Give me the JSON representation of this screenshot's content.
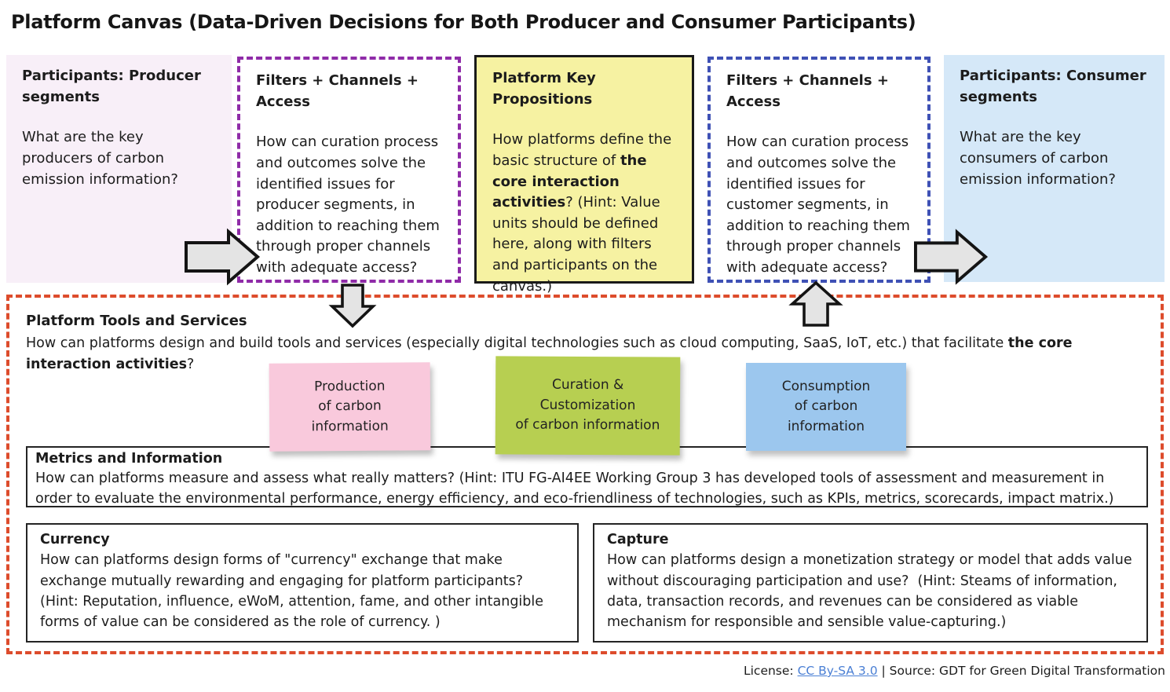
{
  "title": "Platform Canvas (Data-Driven Decisions for Both Producer and Consumer Participants)",
  "top_row": {
    "producer_segments": {
      "heading": "Participants: Producer segments",
      "body": "What are the key producers of carbon emission information?"
    },
    "filters_left": {
      "heading": "Filters + Channels + Access",
      "body": "How can curation process and outcomes solve the identified issues for producer segments, in addition to reaching them through proper channels with adequate access?"
    },
    "key_propositions": {
      "heading": "Platform Key Propositions",
      "body_runs": [
        {
          "t": "How platforms define the basic structure of "
        },
        {
          "t": "the core interaction activities",
          "b": true
        },
        {
          "t": "? (Hint: Value units should be defined here, along with filters and participants on the canvas.)"
        }
      ]
    },
    "filters_right": {
      "heading": "Filters + Channels + Access",
      "body": "How can curation process and outcomes solve the identified issues for customer segments, in addition to reaching them through proper channels with adequate access?"
    },
    "consumer_segments": {
      "heading": "Participants: Consumer segments",
      "body": "What are the key consumers of carbon emission information?"
    }
  },
  "tools_section": {
    "heading": "Platform Tools and Services",
    "body_runs": [
      {
        "t": "How can platforms design and build tools and services (especially digital technologies such as cloud computing, SaaS, IoT, etc.) that facilitate "
      },
      {
        "t": "the core interaction activities",
        "b": true
      },
      {
        "t": "?"
      }
    ]
  },
  "sticky_notes": [
    {
      "label": "Production\nof carbon\ninformation",
      "color": "#f9c9dc"
    },
    {
      "label": "Curation &\nCustomization\nof  carbon information",
      "color": "#b7cf51"
    },
    {
      "label": "Consumption\nof carbon\ninformation",
      "color": "#9cc7ee"
    }
  ],
  "metrics": {
    "heading": "Metrics and Information",
    "body": "How can platforms measure and assess what really matters? (Hint: ITU FG-AI4EE Working Group 3 has developed tools of assessment and measurement in order to evaluate the environmental performance, energy efficiency, and eco-friendliness of technologies, such as KPIs, metrics, scorecards, impact matrix.)"
  },
  "currency": {
    "heading": "Currency",
    "body": "How can platforms design forms of \"currency\" exchange that make exchange mutually rewarding and engaging for platform participants? (Hint: Reputation, influence, eWoM, attention, fame, and other intangible forms of value can be considered as the role of currency. )"
  },
  "capture": {
    "heading": "Capture",
    "body": "How can platforms design a monetization strategy or model that adds value without discouraging participation and use?  (Hint: Steams of information, data, transaction records, and revenues can be considered as viable mechanism for responsible and sensible value-capturing.)"
  },
  "footer": {
    "license_label": "License: ",
    "license_link": "CC By-SA 3.0",
    "separator": " | ",
    "source_text": "Source: GDT for Green Digital Transformation"
  },
  "colors": {
    "producer_box_bg": "#f8eff8",
    "consumer_box_bg": "#d5e8f8",
    "propositions_bg": "#f6f2a2",
    "purple_dash": "#8f2ba8",
    "blue_dash": "#3f51b5",
    "red_dash": "#dd4c2c",
    "sticky_pink": "#f9c9dc",
    "sticky_green": "#b7cf51",
    "sticky_blue": "#9cc7ee",
    "arrow_fill": "#e4e4e4",
    "arrow_stroke": "#141414",
    "link_blue": "#4a7fd4"
  }
}
